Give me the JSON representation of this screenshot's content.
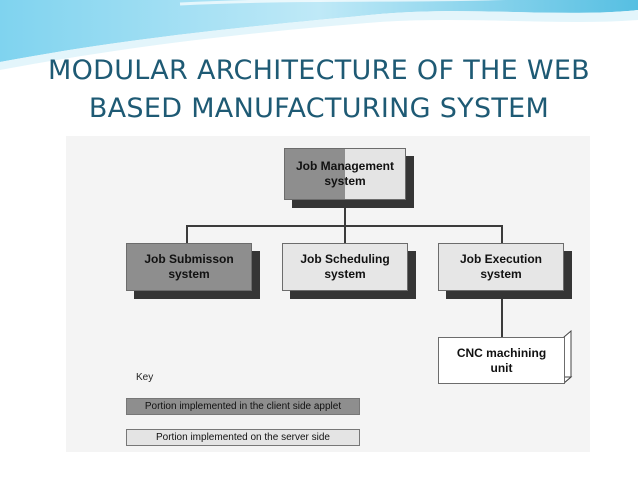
{
  "slide": {
    "title_line1": "MODULAR ARCHITECTURE OF THE WEB",
    "title_line2": "BASED MANUFACTURING SYSTEM"
  },
  "diagram": {
    "top": {
      "line1": "Job Management",
      "line2": "system"
    },
    "submission": {
      "line1": "Job Submisson",
      "line2": "system"
    },
    "scheduling": {
      "line1": "Job Scheduling",
      "line2": "system"
    },
    "execution": {
      "line1": "Job Execution",
      "line2": "system"
    },
    "cnc": {
      "line1": "CNC machining",
      "line2": "unit"
    }
  },
  "key": {
    "title": "Key",
    "client": "Portion implemented in the client side applet",
    "server": "Portion implemented on the server side"
  },
  "colors": {
    "title": "#1e5a74",
    "client_portion": "#8e8e8e",
    "server_portion": "#e4e4e4",
    "wave_accent": "#3ab0d8"
  }
}
